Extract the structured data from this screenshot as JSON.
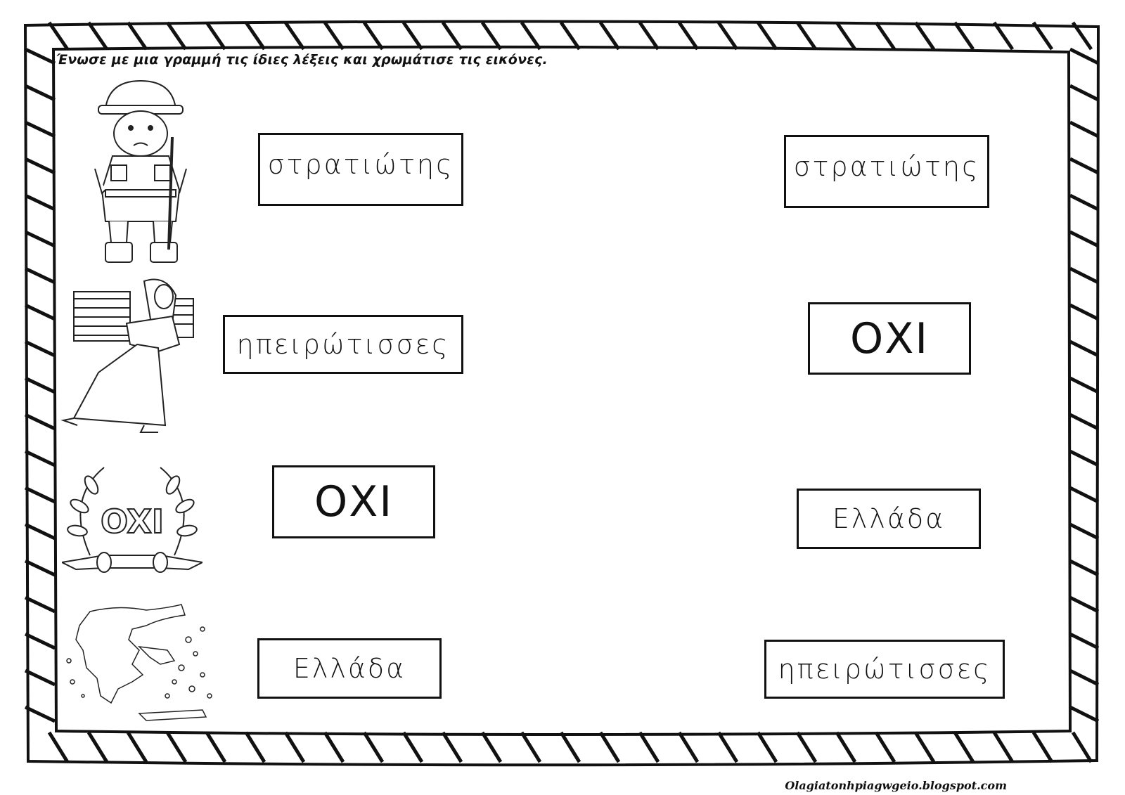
{
  "instruction": "Ένωσε με μια γραμμή τις ίδιες λέξεις και χρωμάτισε τις εικόνες.",
  "left_words": [
    "στρατιώτης",
    "ηπειρώτισσες",
    "ΟΧΙ",
    "Ελλάδα"
  ],
  "right_words": [
    "στρατιώτης",
    "ΟΧΙ",
    "Ελλάδα",
    "ηπειρώτισσες"
  ],
  "pictures": {
    "soldier": "soldier-drawing",
    "woman": "epirus-woman-drawing",
    "wreath": "oxi-wreath-drawing",
    "map": "greece-map-drawing",
    "wreath_text": "OXI"
  },
  "footer": "Olagiatonhpiagwgeio.blogspot.com",
  "colors": {
    "ink": "#111111",
    "paper": "#ffffff"
  }
}
